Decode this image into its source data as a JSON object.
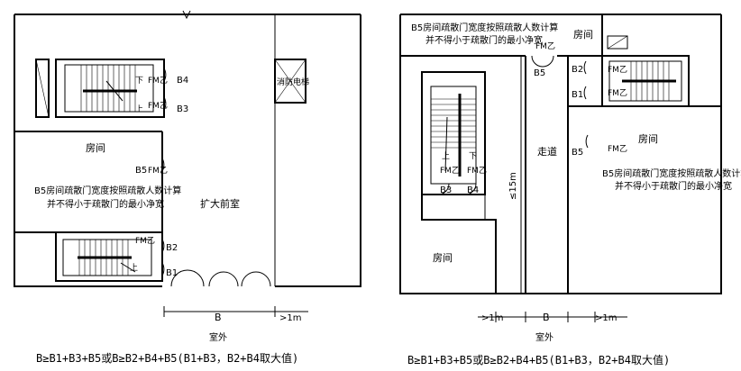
{
  "left_plan": {
    "labels": {
      "b4": "B4",
      "b3": "B3",
      "b5": "B5",
      "b2": "B2",
      "b1": "B1",
      "fm1": "FM乙",
      "fm2": "FM乙",
      "fm3": "FM乙",
      "fm4": "FM乙",
      "room": "房间",
      "note_line1": "B5房间疏散门宽度按照疏散人数计算",
      "note_line2": "并不得小于疏散门的最小净宽",
      "hall": "扩大前室",
      "elevator": "消防电梯",
      "down1": "下",
      "up1": "上",
      "up2": "上",
      "dim_b": "B",
      "dim_1m": ">1m",
      "outdoor": "室外"
    },
    "formula": "B≥B1+B3+B5或B≥B2+B4+B5(B1+B3，B2+B4取大值)"
  },
  "right_plan": {
    "labels": {
      "note_line1": "B5房间疏散门宽度按照疏散人数计算",
      "note_line2": "并不得小于疏散门的最小净宽",
      "room_top": "房间",
      "fm_top": "FM乙",
      "b5_top": "B5",
      "b2": "B2",
      "b1": "B1",
      "fm_b2": "FM乙",
      "fm_b1": "FM乙",
      "corridor": "走道",
      "length": "≤15m",
      "b5_mid": "B5",
      "fm_b5": "FM乙",
      "room_right": "房间",
      "note2_line1": "B5房间疏散门宽度按照疏散人数计算",
      "note2_line2": "并不得小于疏散门的最小净宽",
      "up": "上",
      "down": "下",
      "fm_b3": "FM乙",
      "fm_b4": "FM乙",
      "b3": "B3",
      "b4": "B4",
      "room_bottom": "房间",
      "dim_1m_left": ">1m",
      "dim_b": "B",
      "dim_1m_right": ">1m",
      "outdoor": "室外"
    },
    "formula": "B≥B1+B3+B5或B≥B2+B4+B5(B1+B3，B2+B4取大值)"
  }
}
